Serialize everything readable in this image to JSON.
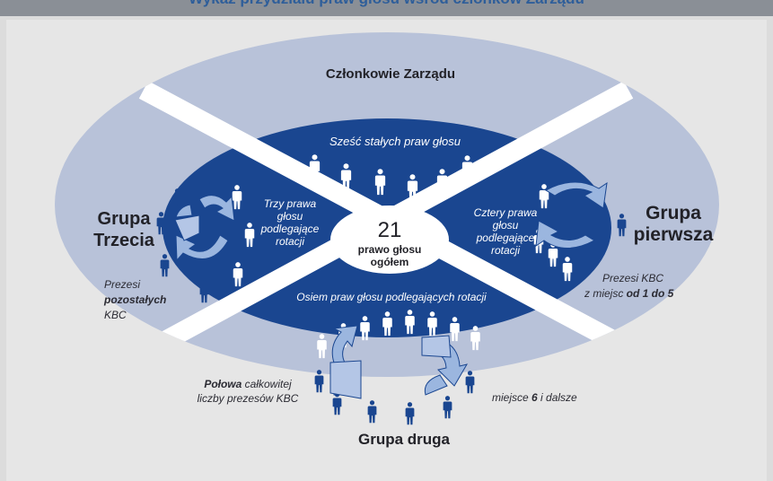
{
  "header": {
    "title_partial": "Wykaz przydziału praw głosu wśród członków Zarządu"
  },
  "board_label": "Członkowie Zarządu",
  "center": {
    "number": "21",
    "label_line1": "prawo głosu",
    "label_line2": "ogółem"
  },
  "top_sector": {
    "label": "Sześć stałych praw głosu"
  },
  "right_sector": {
    "lines": [
      "Cztery prawa",
      "głosu",
      "podlegające",
      "rotacji"
    ]
  },
  "left_sector": {
    "lines": [
      "Trzy prawa",
      "głosu",
      "podlegające",
      "rotacji"
    ]
  },
  "bottom_sector": {
    "label": "Osiem praw głosu podlegających rotacji"
  },
  "groups": {
    "first": {
      "title_line1": "Grupa",
      "title_line2": "pierwsza",
      "desc_line1": "Prezesi KBC",
      "desc_line2_prefix": "z miejsc ",
      "desc_line2_bold": "od 1 do 5"
    },
    "second": {
      "title": "Grupa druga",
      "desc_prefix": "miejsce ",
      "desc_bold": "6",
      "desc_suffix": " i dalsze"
    },
    "third": {
      "title_line1": "Grupa",
      "title_line2": "Trzecia",
      "desc_line1": "Prezesi",
      "desc_line2_bold": "pozostałych",
      "desc_line3": "KBC"
    },
    "half": {
      "bold": "Połowa",
      "line1_rest": " całkowitej",
      "line2": "liczby prezesów KBC"
    }
  },
  "colors": {
    "navy": "#1a4690",
    "outer_ring": "#b8c2d9",
    "dividers": "#ffffff",
    "background": "#e6e6e6",
    "arrow_light": "#9bb6df",
    "arrow_border": "#1a4690",
    "center_oval": "#ffffff"
  },
  "icons": [
    "person-icon",
    "rotation-arrow-icon"
  ]
}
